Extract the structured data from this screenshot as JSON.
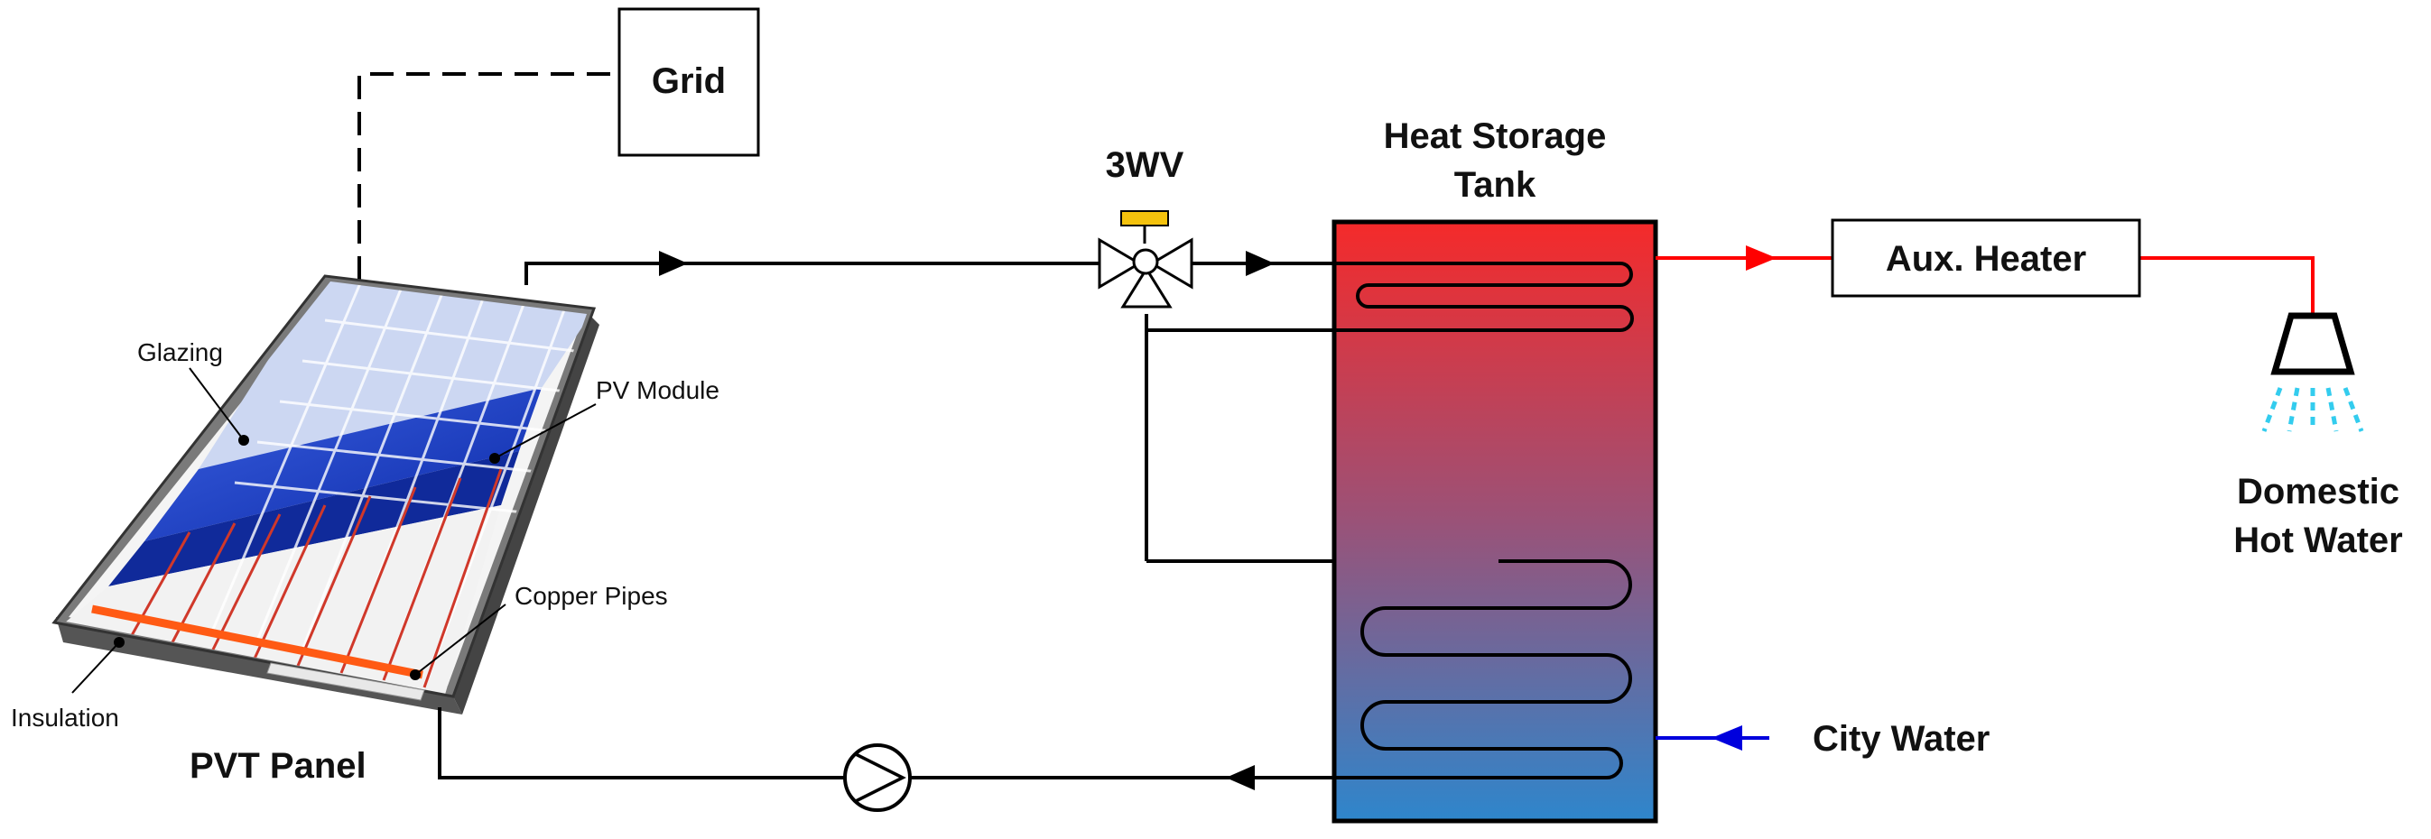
{
  "labels": {
    "grid": "Grid",
    "three_way_valve": "3WV",
    "tank_line1": "Heat Storage",
    "tank_line2": "Tank",
    "aux_heater": "Aux. Heater",
    "dhw_line1": "Domestic",
    "dhw_line2": "Hot Water",
    "city_water": "City Water",
    "glazing": "Glazing",
    "pv_module": "PV Module",
    "copper_pipes": "Copper Pipes",
    "insulation": "Insulation",
    "pvt_panel": "PVT Panel"
  },
  "colors": {
    "line": "#000000",
    "hot_line": "#ff0000",
    "cold_line": "#0000dd",
    "tank_top": "#f02a2a",
    "tank_bottom": "#2f86cc",
    "valve_actuator": "#f4c20d",
    "spray": "#33ccee",
    "copper": "#ff5a14",
    "pv_blue": "#1a3fc0",
    "glazing": "#c8d4ee"
  }
}
